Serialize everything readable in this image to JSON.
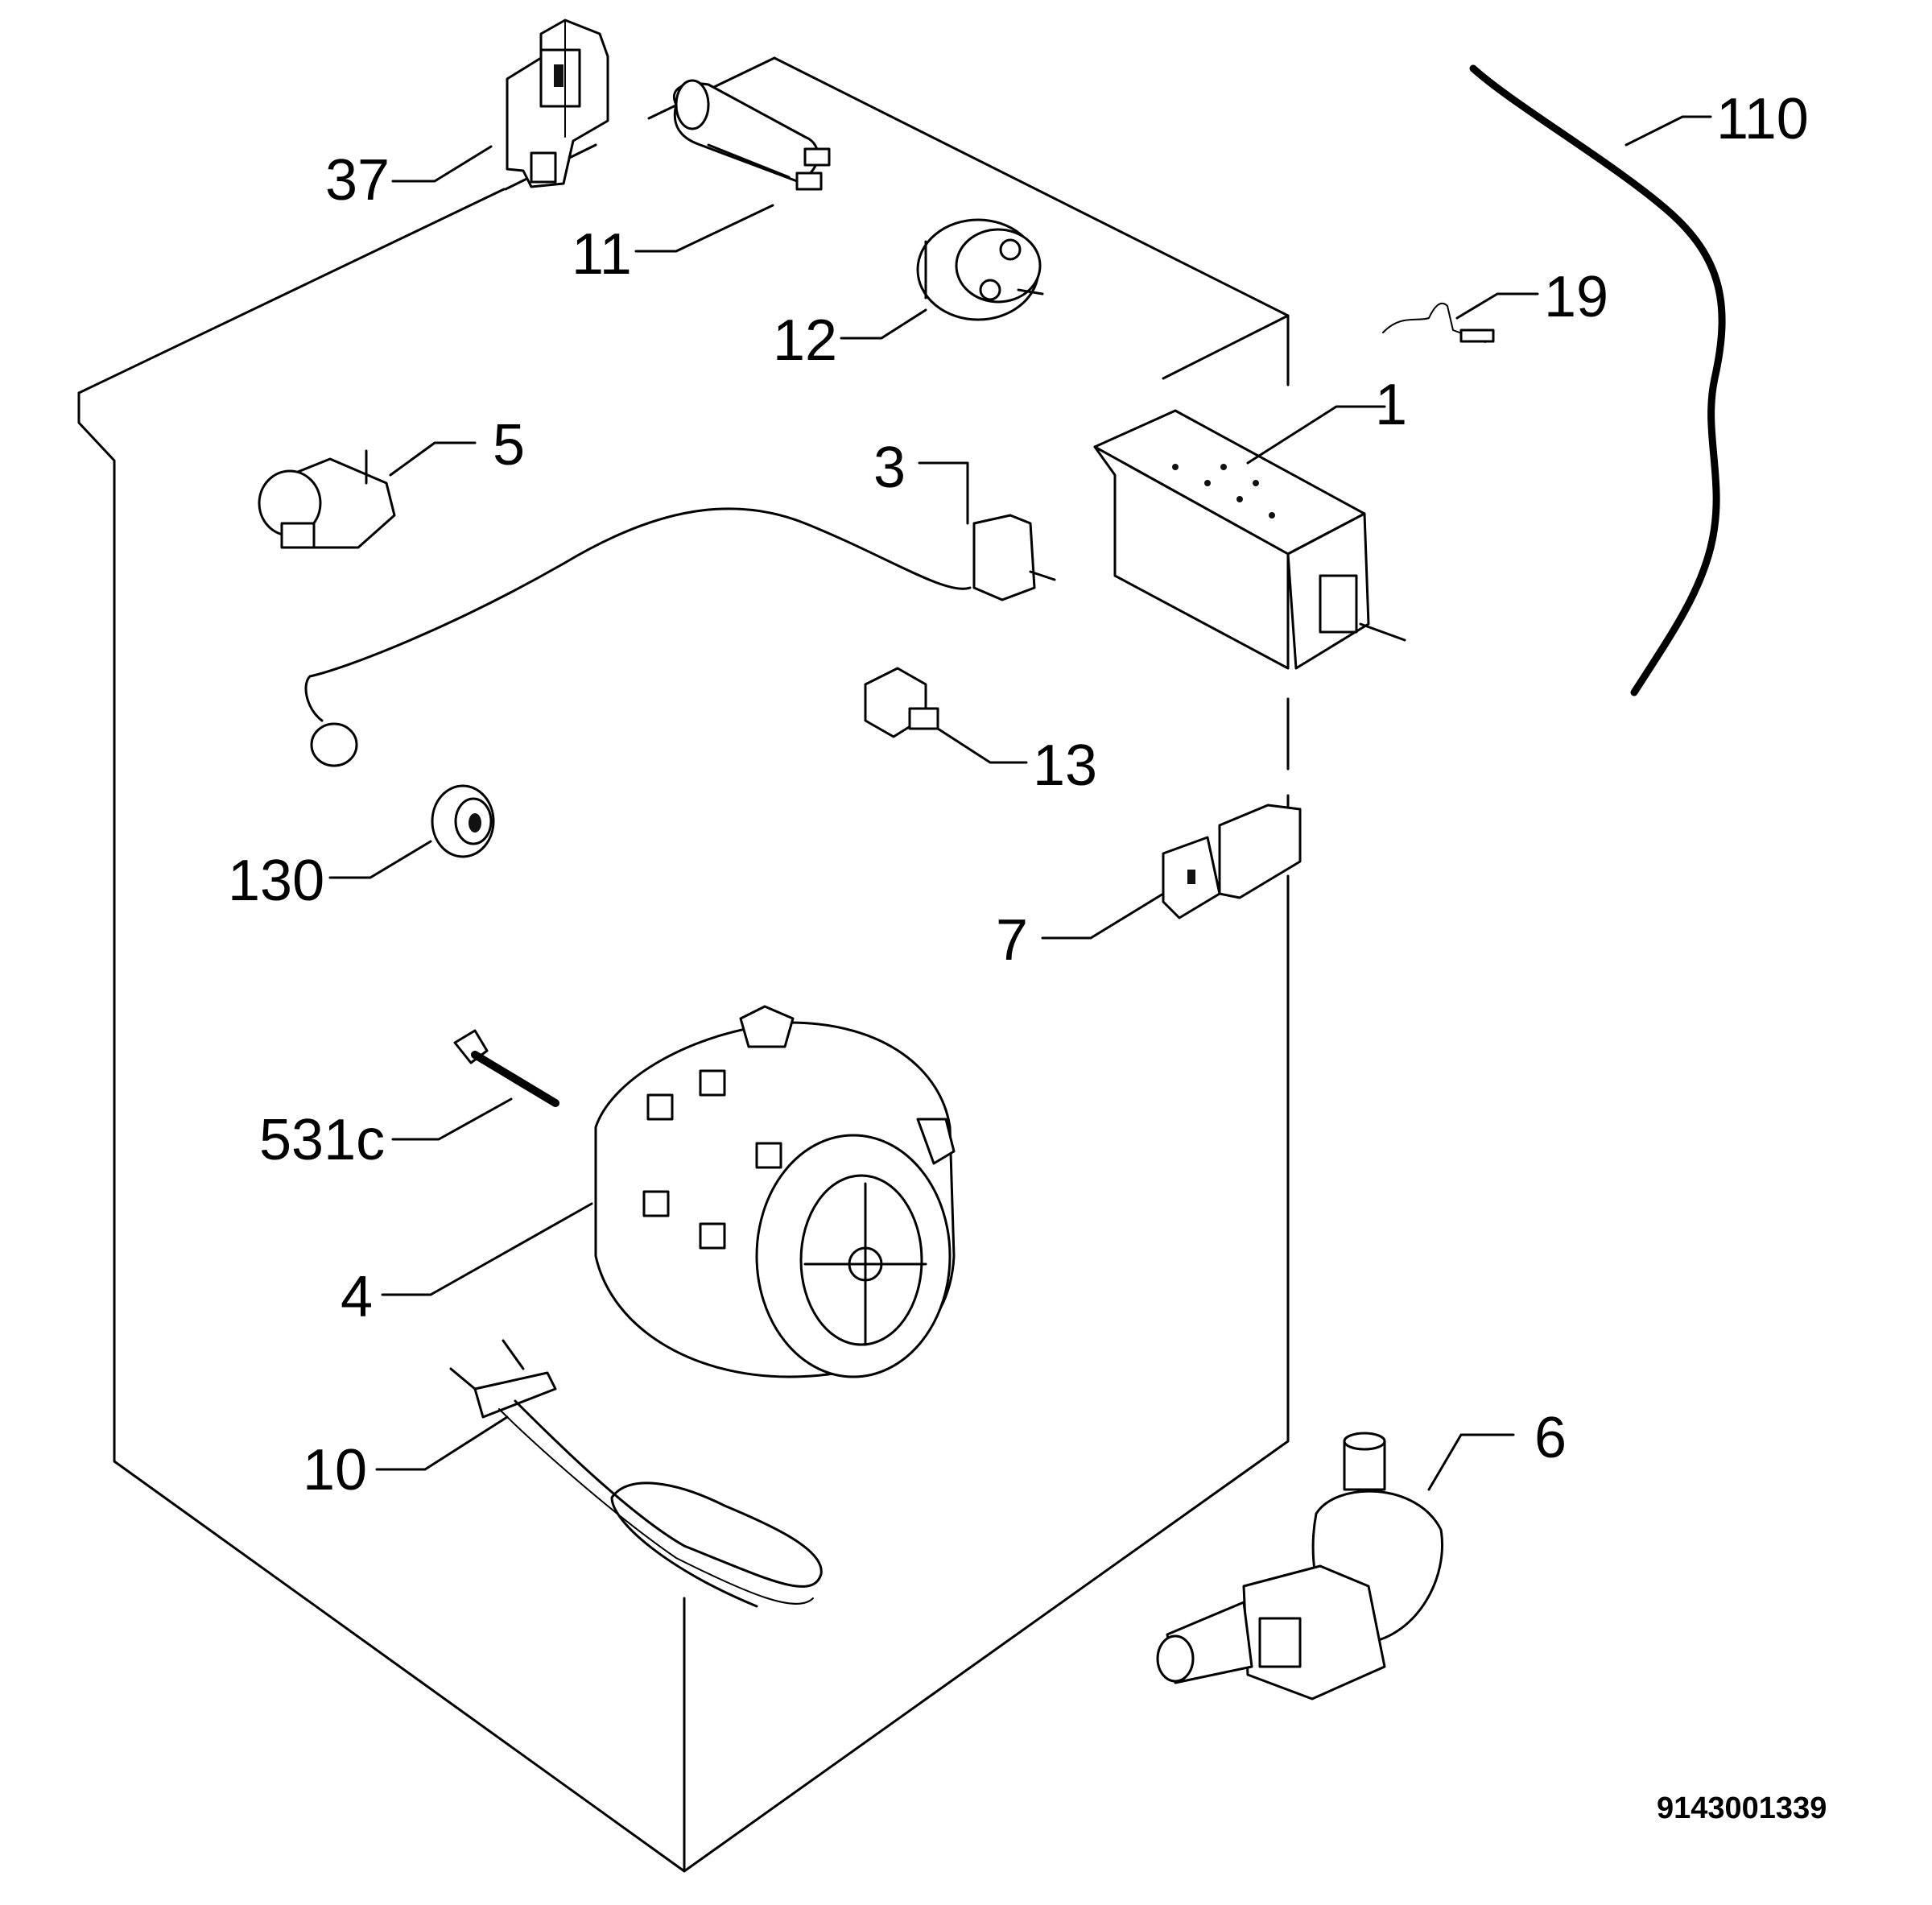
{
  "diagram": {
    "document_number": "9143001339",
    "callouts": [
      {
        "id": "c1",
        "label": "1"
      },
      {
        "id": "c3",
        "label": "3"
      },
      {
        "id": "c4",
        "label": "4"
      },
      {
        "id": "c5",
        "label": "5"
      },
      {
        "id": "c6",
        "label": "6"
      },
      {
        "id": "c7",
        "label": "7"
      },
      {
        "id": "c10",
        "label": "10"
      },
      {
        "id": "c11",
        "label": "11"
      },
      {
        "id": "c12",
        "label": "12"
      },
      {
        "id": "c13",
        "label": "13"
      },
      {
        "id": "c19",
        "label": "19"
      },
      {
        "id": "c37",
        "label": "37"
      },
      {
        "id": "c110",
        "label": "110"
      },
      {
        "id": "c130",
        "label": "130"
      },
      {
        "id": "c531c",
        "label": "531c"
      }
    ]
  }
}
